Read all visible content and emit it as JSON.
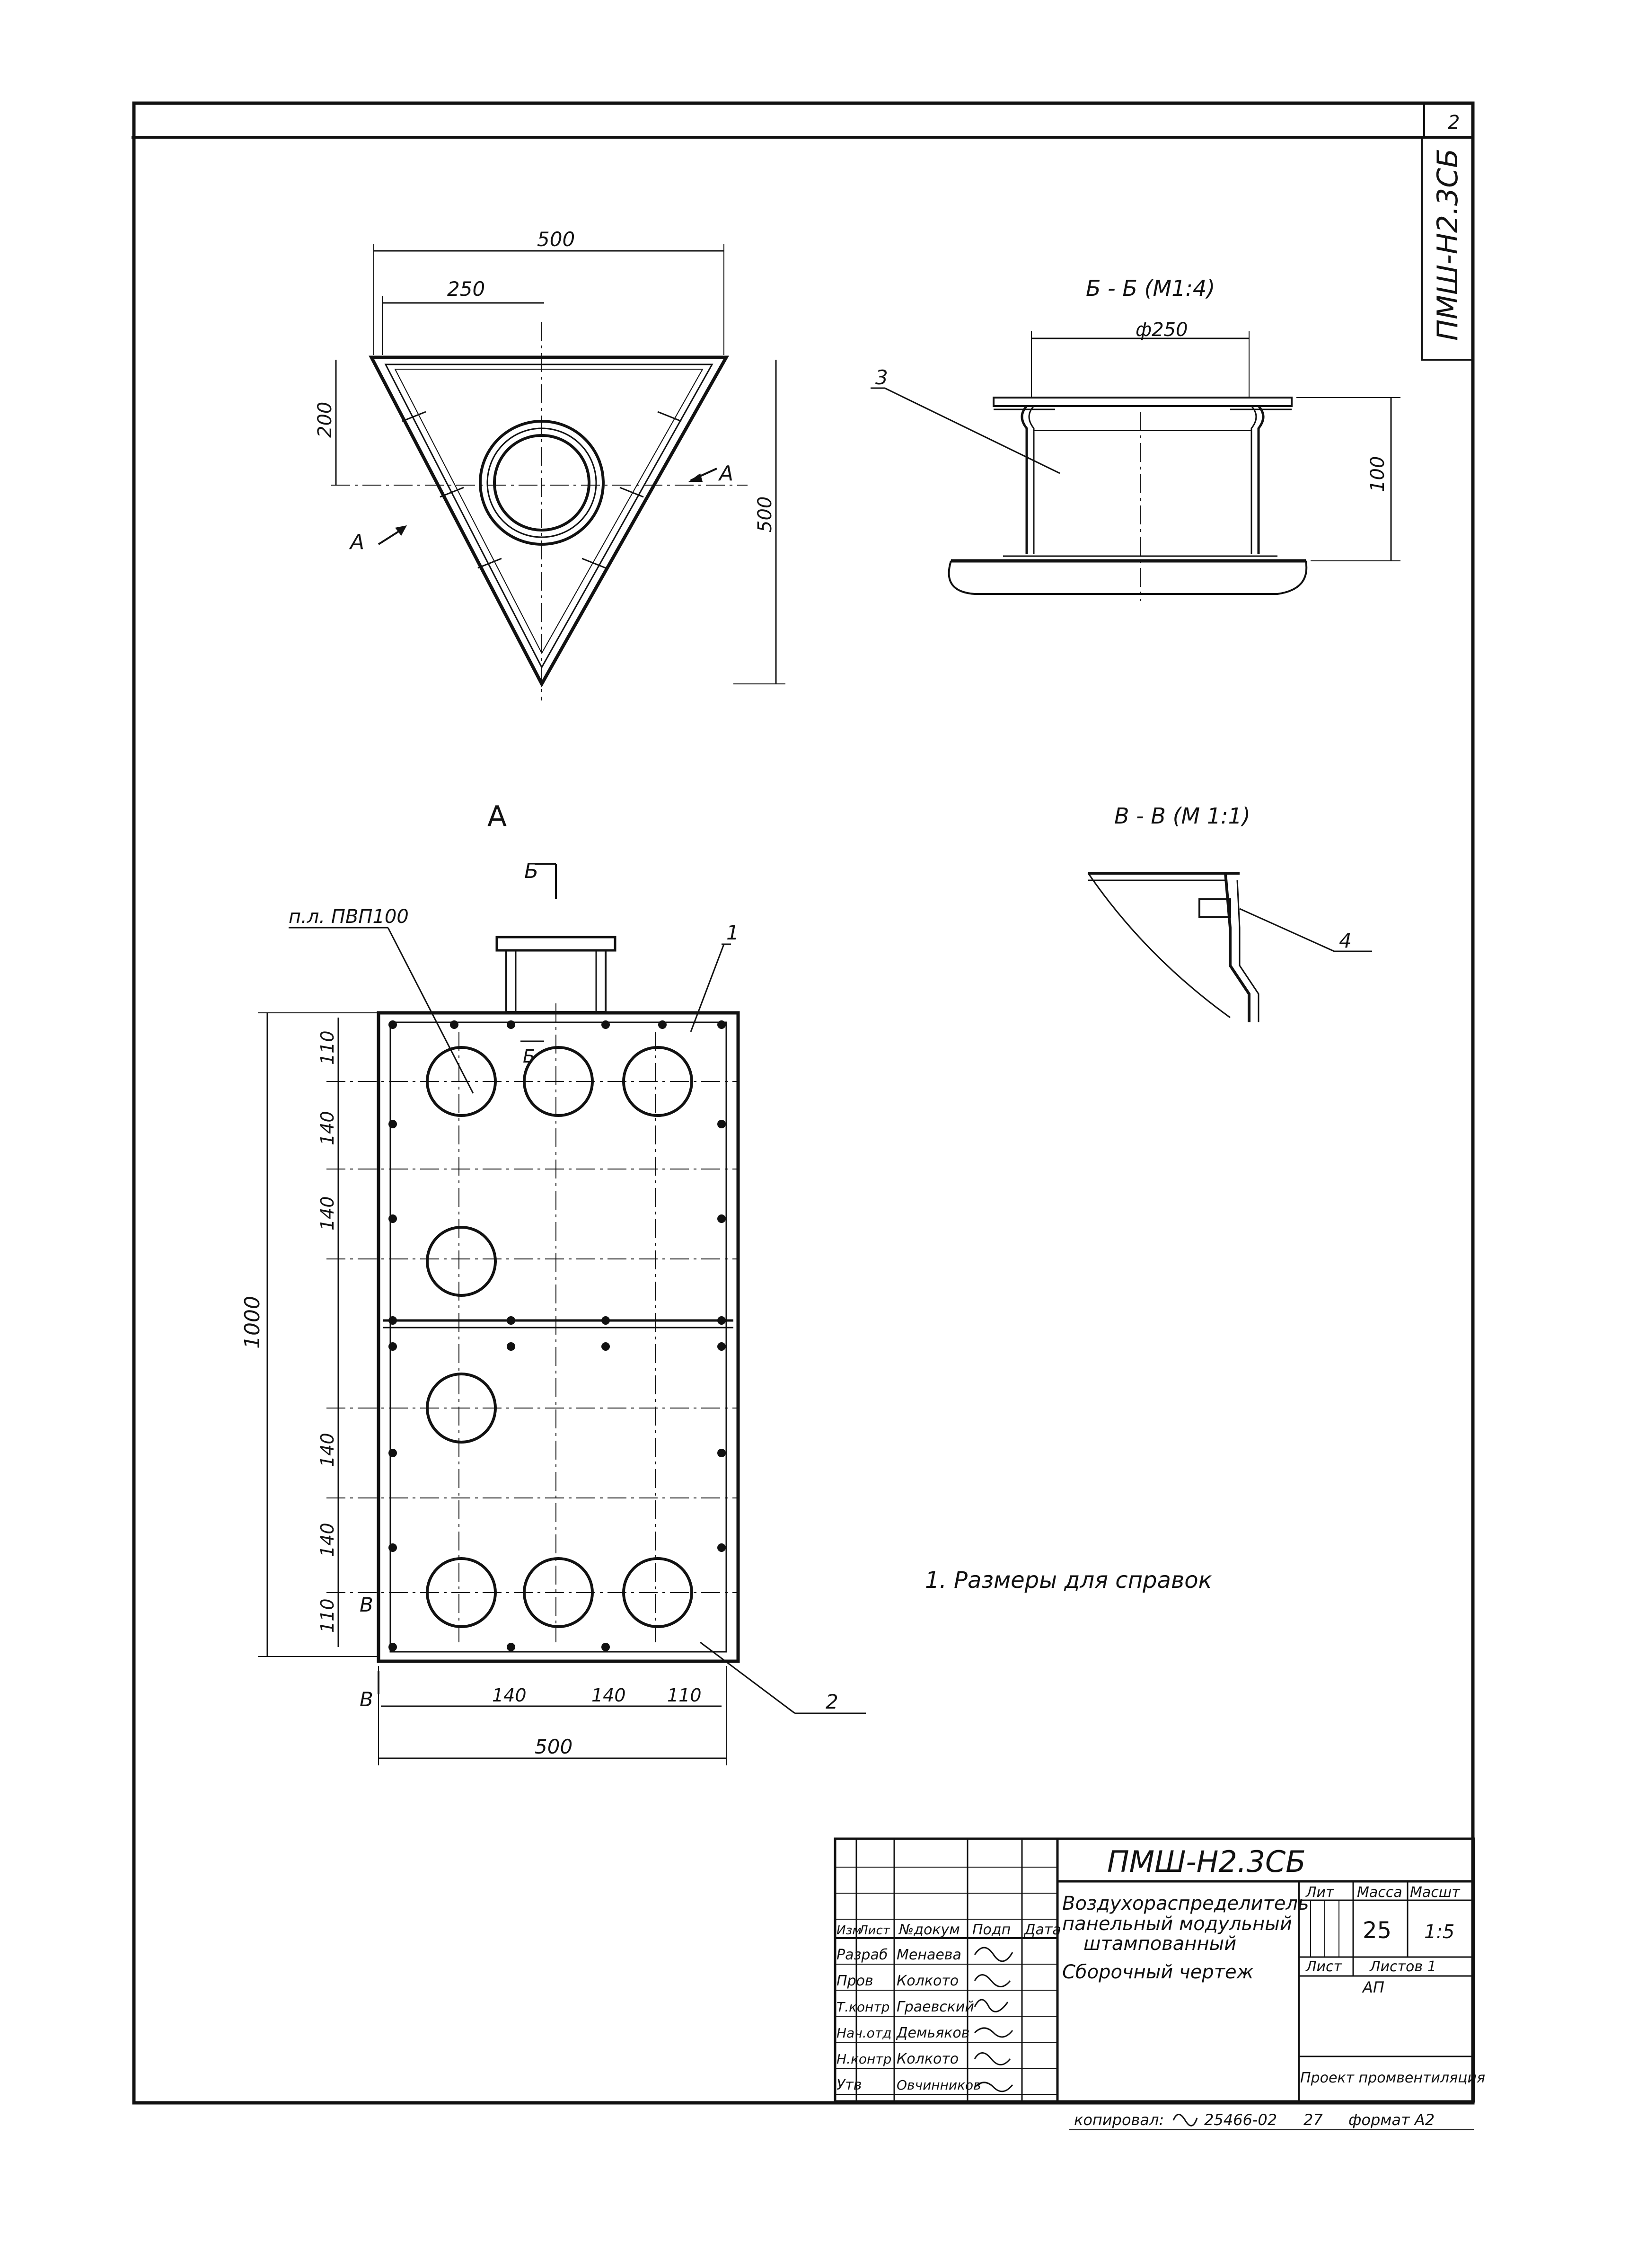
{
  "corner": {
    "sheet_no": "2"
  },
  "stamp_code": "ПМШ-Н2.3СБ",
  "top_view": {
    "dim_width": "500",
    "dim_half": "250",
    "dim_top": "200",
    "dim_height": "500",
    "arrow_label": "А"
  },
  "section_bb": {
    "title": "Б - Б (М1:4)",
    "dim_diam": "ф250",
    "dim_height": "100",
    "callout": "3"
  },
  "view_a": {
    "title": "А",
    "cut_label": "Б",
    "note_label": "п.л. ПВП100",
    "callout_1": "1",
    "callout_2": "2",
    "dim_total": "1000",
    "dims_left": [
      "110",
      "140",
      "140",
      "140",
      "140",
      "110"
    ],
    "dims_bottom": [
      "140",
      "140",
      "110"
    ],
    "dim_width": "500",
    "cut_v": "В"
  },
  "section_vv": {
    "title": "В - В (М 1:1)",
    "callout": "4"
  },
  "note": "1. Размеры для справок",
  "title_block": {
    "code": "ПМШ-Н2.3СБ",
    "col_heads": [
      "Изм",
      "Лист",
      "№докум",
      "Подп",
      "Дата"
    ],
    "roles": [
      "Разраб",
      "Пров",
      "Т.контр",
      "Нач.отд",
      "Н.контр",
      "Утв"
    ],
    "names": [
      "Менаева",
      "Колкото",
      "Граевский",
      "Демьяков",
      "Колкото",
      "Овчинников"
    ],
    "name_line1": "Воздухораспределитель",
    "name_line2": "панельный модульный",
    "name_line3": "штампованный",
    "doc_type": "Сборочный чертеж",
    "lit_head": "Лит",
    "mass_head": "Масса",
    "scale_head": "Масшт",
    "mass": "25",
    "scale": "1:5",
    "sheet_head": "Лист",
    "sheets_head": "Листов 1",
    "org_code": "АП",
    "org": "Проект промвентиляция"
  },
  "footer": {
    "copied": "копировал:",
    "doc_no": "25466-02",
    "page": "27",
    "format": "формат А2"
  }
}
